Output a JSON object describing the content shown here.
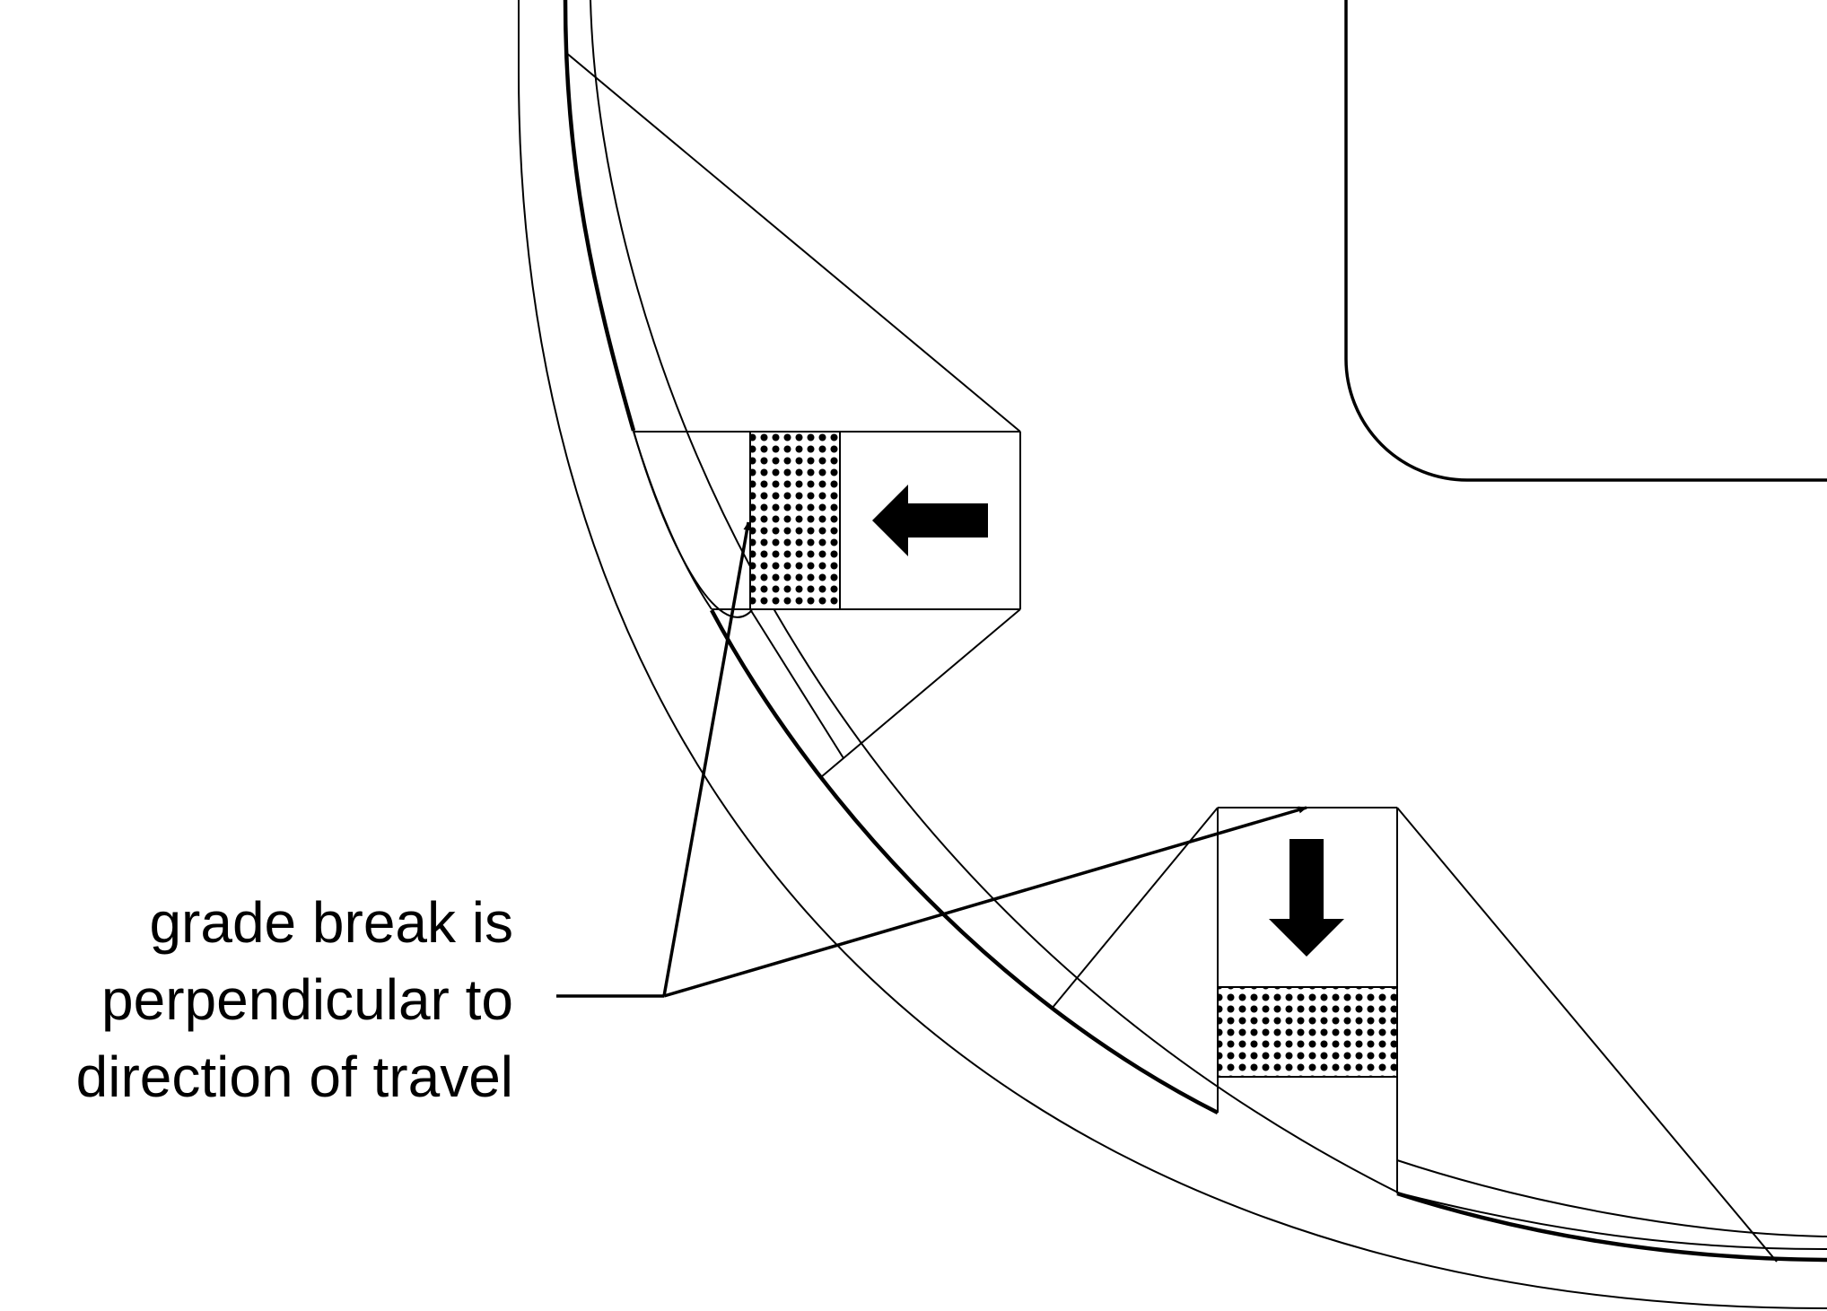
{
  "callout": {
    "lines": [
      "grade break is",
      "perpendicular to",
      "direction of travel"
    ]
  },
  "icons": [
    "arrow-left-icon",
    "arrow-down-icon",
    "arrowhead-icon"
  ],
  "colors": {
    "stroke": "#000000",
    "background": "#ffffff",
    "dot_pattern": "#000000"
  }
}
